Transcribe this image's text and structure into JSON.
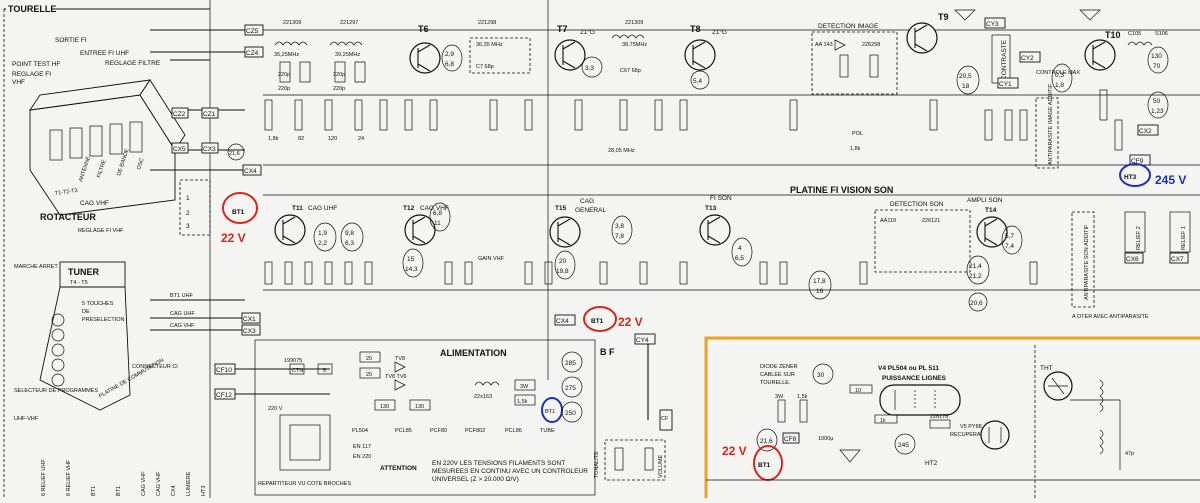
{
  "labels": {
    "tourelle": "TOURELLE",
    "rotacteur": "ROTACTEUR",
    "tuner": "TUNER",
    "tuner_sub": "T4 - T5",
    "touches": "5 TOUCHES DE PRESELECTION",
    "reglage_fi_vhf": "REGLAGE FI VHF",
    "marche_arret": "MARCHE ARRET",
    "connecteur": "CONNECTEUR CI",
    "selecteur": "SELECTEUR DE PROGRAMMES",
    "uhf_vhf": "UHF-VHF",
    "sortie_fi": "SORTIE FI",
    "entree_fi": "ENTREE FI UHF",
    "point_test": "POINT TEST HF",
    "reglage_filtre": "REGLAGE FILTRE",
    "cag_vhf": "CAG VHF",
    "cag_uhf_l": "CAG UHF",
    "t1t2t3": "T1-T2-T3",
    "platine": "PLATINE FI VISION SON",
    "alimentation": "ALIMENTATION",
    "bf": "B F",
    "tonalite": "TONALITE",
    "volume": "VOLUME",
    "attention": "ATTENTION",
    "attention_note": "EN 220V LES TENSIONS FILAMENTS SONT MESUREES EN CONTINU AVEC UN CONTROLEUR UNIVERSEL (Z > 20.000 Ω/V)",
    "repartiteur": "REPARTITEUR VU COTE BROCHES",
    "detection_image": "DETECTION IMAGE",
    "detection_son": "DETECTION SON",
    "ampli_son": "AMPLI SON",
    "fi_son": "FI SON",
    "cag_general": "CAG GENERAL",
    "cag_uhf": "CAG UHF",
    "cag_vhf_stage": "CAG VHF",
    "contraste": "CONTRASTE",
    "antiparasite_image": "ANTIPARASITE IMAGE ADDITIF",
    "antiparasite_son": "ANTIPARASITE SON ADDITIF",
    "a_oter": "A OTER AVEC ANTIPARASITE",
    "relief1": "RELIEF 1",
    "relief2": "RELIEF 2",
    "diode_zener": "DIODE ZENER CABLEE SUR TOURELLE",
    "v4": "V4 PL504 ou PL 511",
    "puissance": "PUISSANCE LIGNES",
    "v5": "V5 PY88",
    "recuperation": "RECUPERATION",
    "tht": "THT",
    "gain_vhf": "GAIN VHF",
    "controle_max": "CONTROLE MAX",
    "mhz": "28,05 MHz"
  },
  "transistors": [
    "T6",
    "T7",
    "T8",
    "T9",
    "T10",
    "T11",
    "T12",
    "T13",
    "T14",
    "T15"
  ],
  "connectors": [
    "CZ5",
    "CZ4",
    "CZ2",
    "CZ1",
    "CX5",
    "CX3",
    "CX4",
    "CX1",
    "CX3",
    "CY3",
    "CY2",
    "CY1",
    "CX2",
    "CX6",
    "CX7",
    "CF9",
    "CX4",
    "CY4",
    "CF10",
    "CF12",
    "CF8"
  ],
  "ics": {
    "t6_sub": "T 6",
    "t7_sub": "21°G",
    "t8_sub": "21°G"
  },
  "voltages": {
    "t6": "2,9 / 6,8",
    "t7": "3,3",
    "t8": "5,4",
    "t9": "20,5 / 18",
    "t10": "0,3 / 1,8",
    "t11": "1,9 / 2,2",
    "t12": "15 / 14,3",
    "t15": "20 / 19,8",
    "t13": "4 / 6,5",
    "t14": "21,4 / 21,2",
    "v_216": "21,6",
    "v_68": "6,8 / 11",
    "v_98": "9,8 / 6,3",
    "v_38": "3,8 / 7,8",
    "v_57": "5,7 / 7,4",
    "v_285": "285",
    "v_275": "275",
    "v_250": "250",
    "v_30": "30",
    "v_245": "245",
    "v_1317": "17,8 / 16",
    "v_206": "20,6",
    "v_130": "130 / 70",
    "v_50": "50 / 1,23"
  },
  "annotations": {
    "bt1_label": "BT1",
    "bt1_volt_left": "22 V",
    "bt1_volt_mid": "22 V",
    "bt1_volt_bottom": "22 V",
    "ht3_label": "HT3",
    "ht3_volt": "245 V",
    "ht2_label": "HT2",
    "bt1_alim": "BT1",
    "red_color": "#d9261c",
    "blue_color": "#1c2fc0",
    "orange_color": "#f0a020"
  },
  "bottom_labels": [
    "6 RELIEF UHF",
    "6 RELIEF VHF",
    "BT1",
    "BT1",
    "CAG VHF",
    "CAG VHF",
    "CX4",
    "LUMIERE",
    "HT3"
  ]
}
